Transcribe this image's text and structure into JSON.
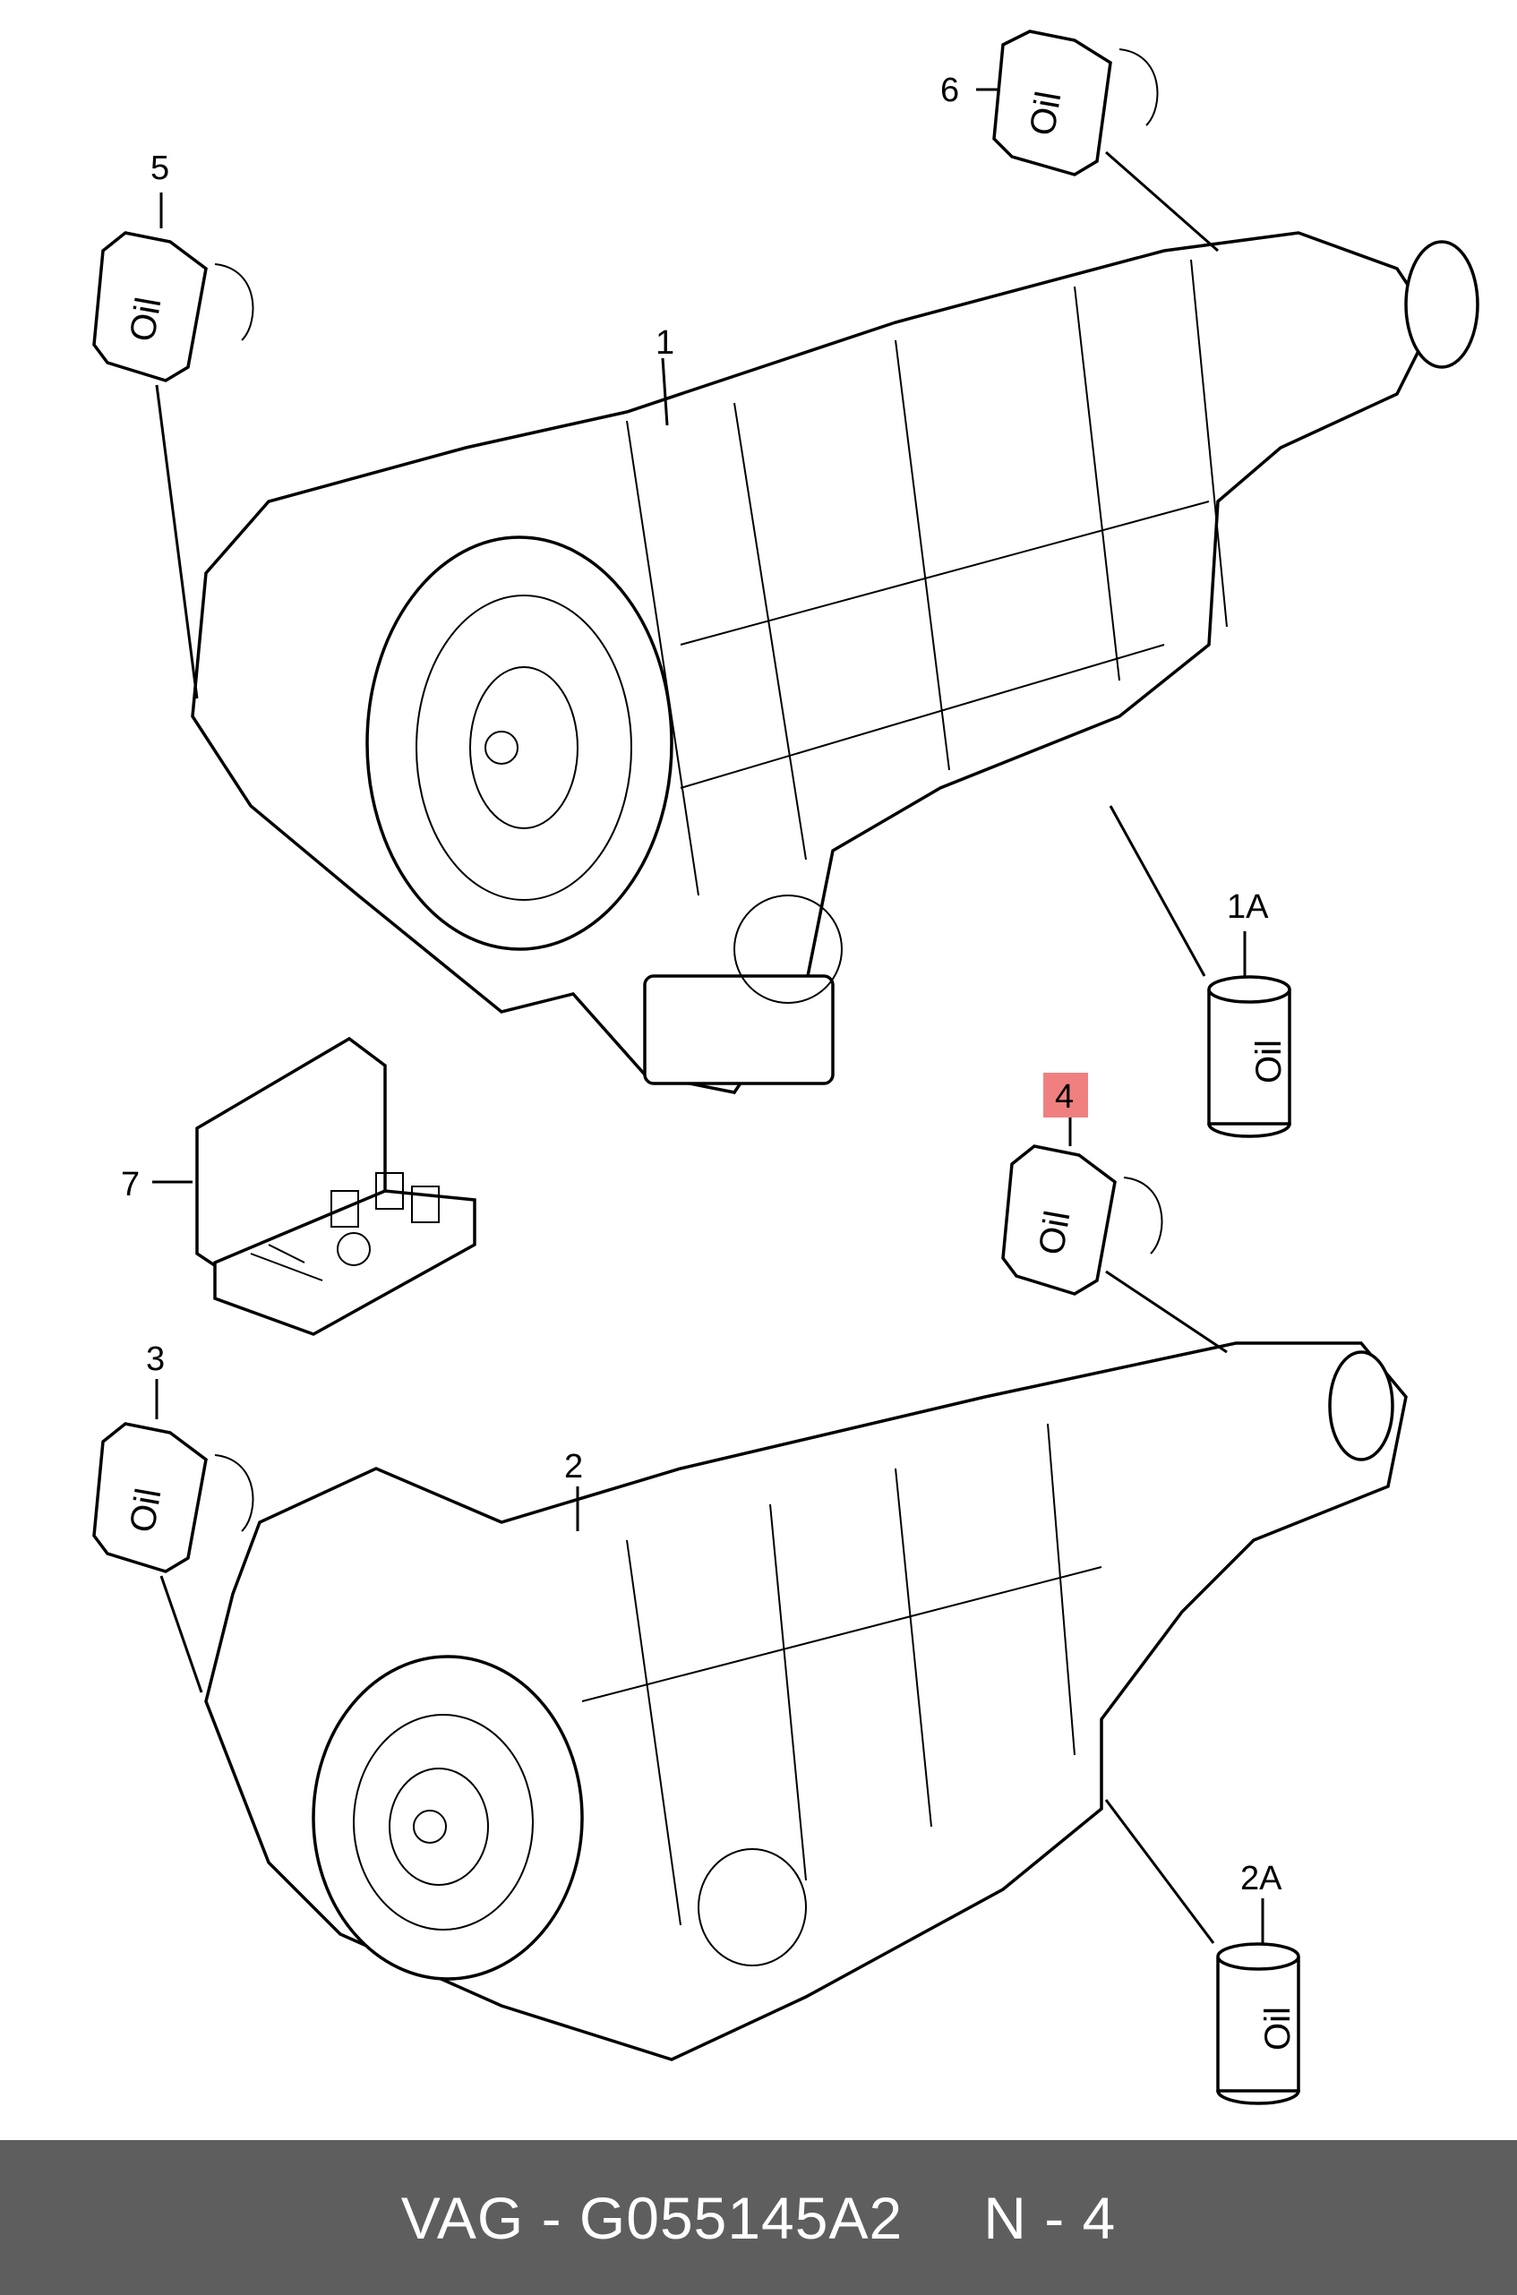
{
  "callouts": {
    "c1": "1",
    "c1a": "1A",
    "c2": "2",
    "c2a": "2A",
    "c3": "3",
    "c4": "4",
    "c5": "5",
    "c6": "6",
    "c7": "7"
  },
  "oil_label": "Oil",
  "highlight_color": "#f08080",
  "footer": {
    "part_number": "VAG - G055145A2",
    "page_ref": "N - 4"
  }
}
